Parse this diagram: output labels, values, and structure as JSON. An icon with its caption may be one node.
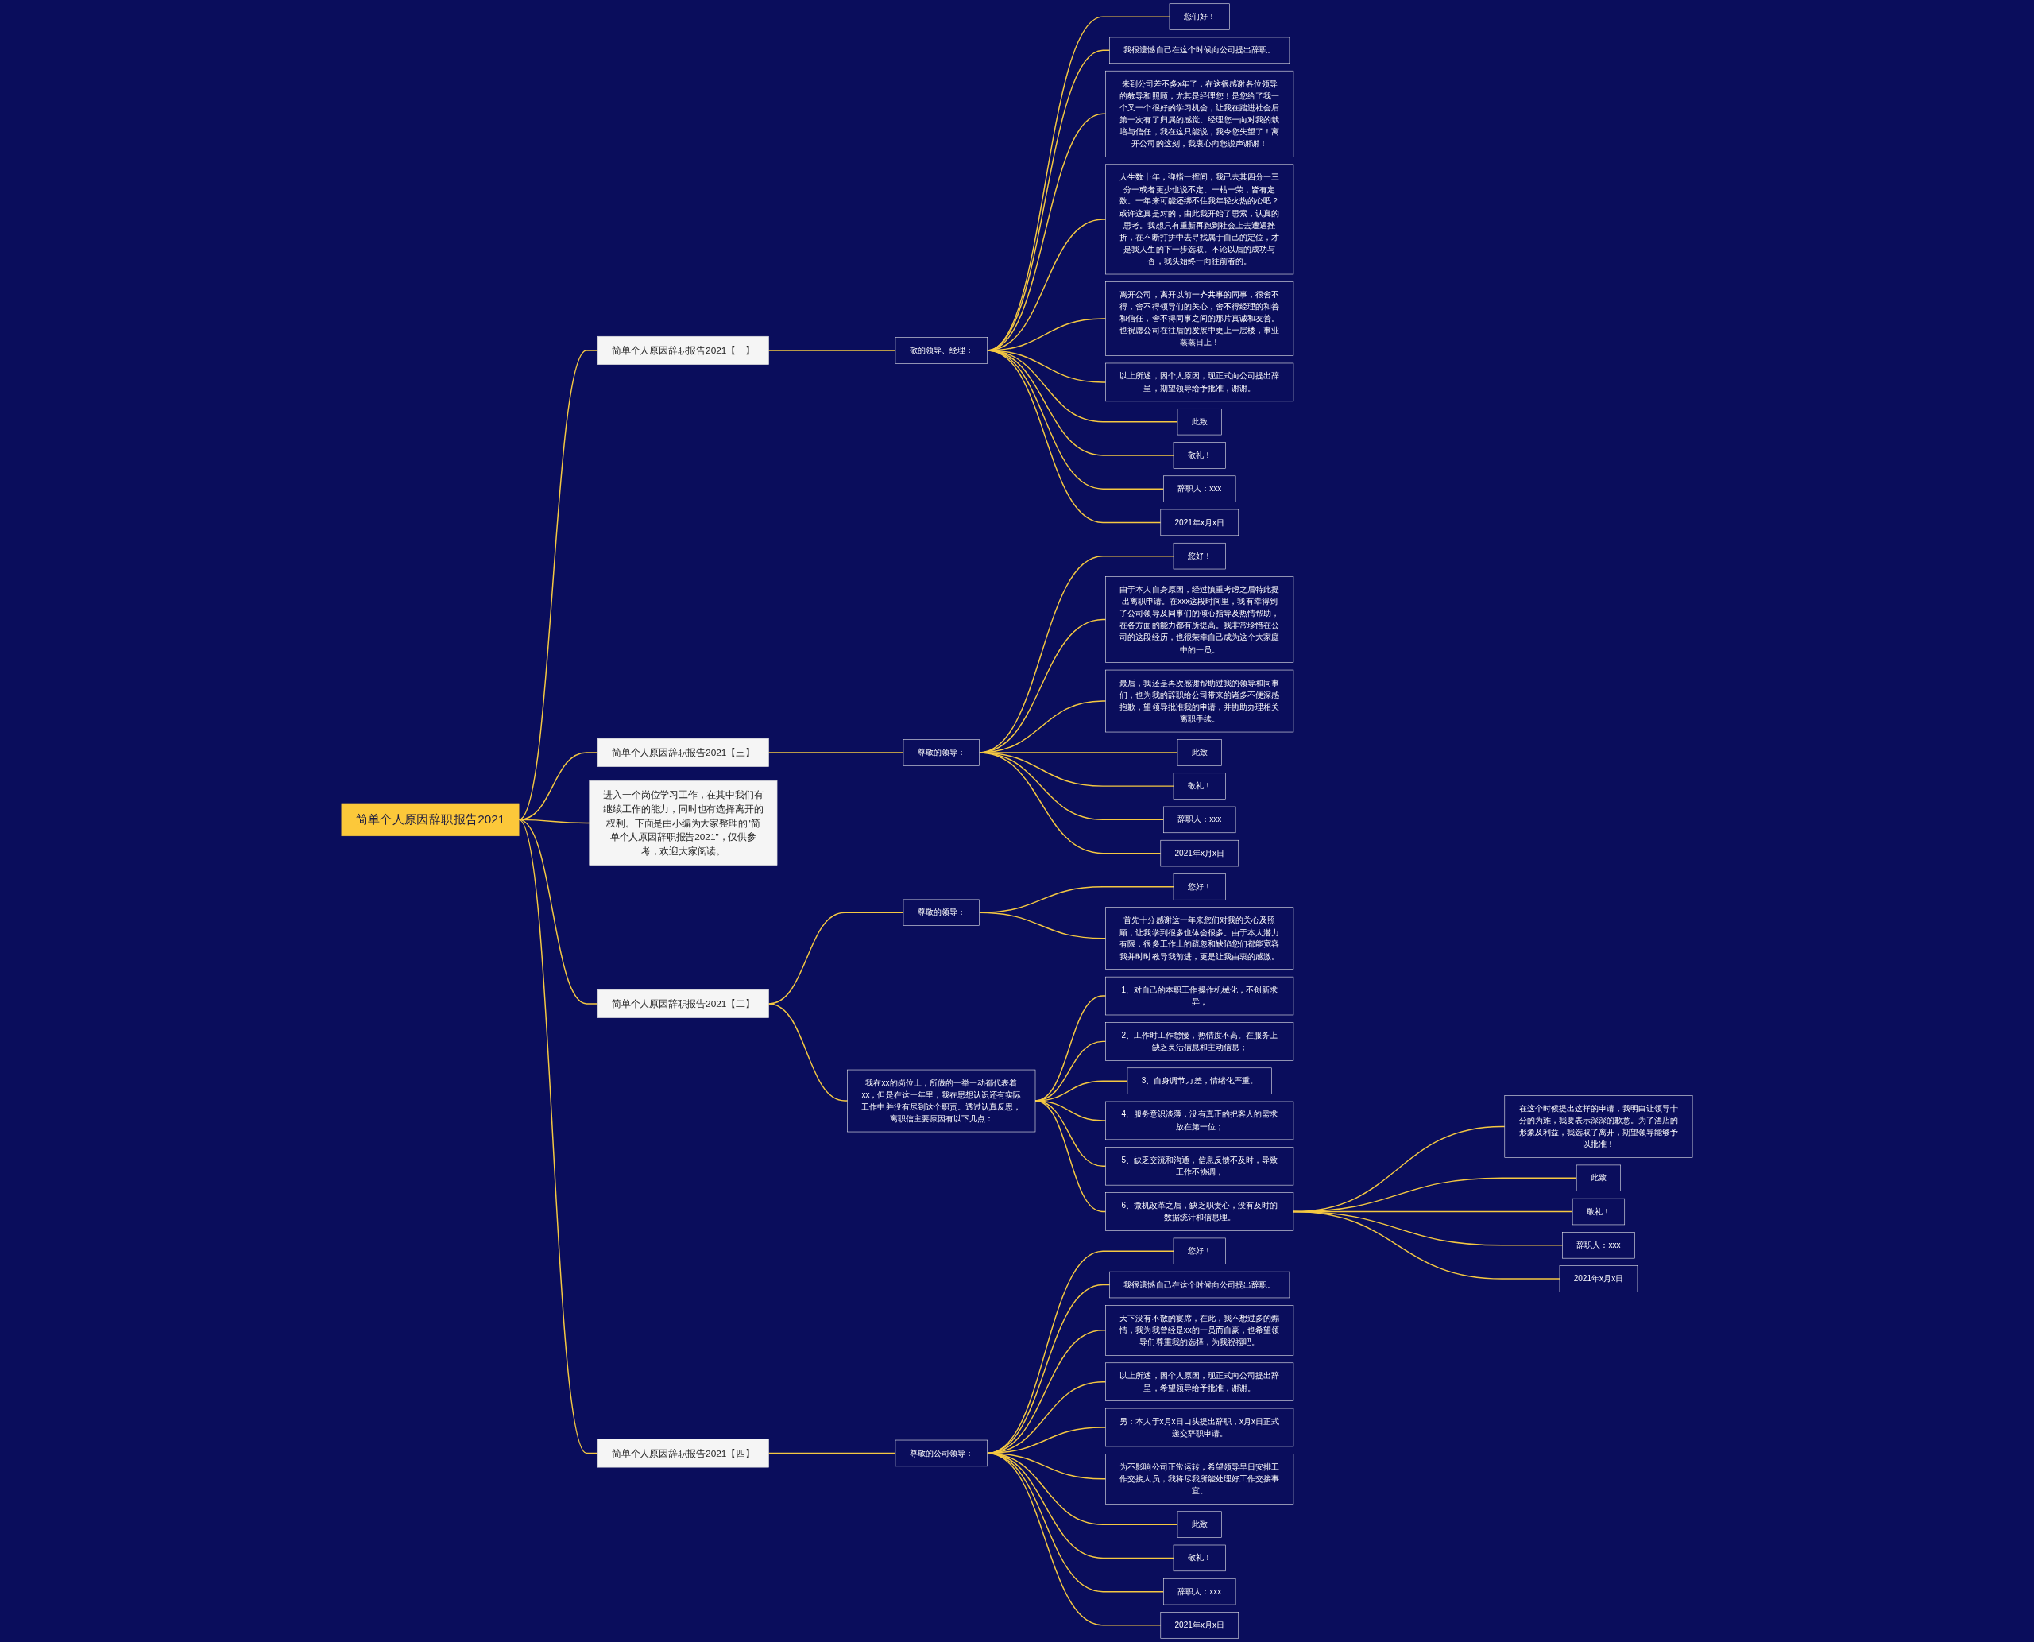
{
  "diagram": {
    "nodes": [
      {
        "text": [
          "简单个人原因辞职报告2021"
        ]
      },
      {
        "text": [
          "简单个人原因辞职报告2021【一】"
        ]
      },
      {
        "text": [
          "敬的领导、经理："
        ]
      },
      {
        "text": [
          "您们好！"
        ]
      },
      {
        "text": [
          "我很遗憾自己在这个时候向公司提出辞职。"
        ]
      },
      {
        "text": [
          "来到公司差不多x年了，在这很感谢各位领导的教导和照顾，尤其是经理您！是您给了我一个又一个很好的学习机会，让我在踏进社会后第一次有了归属的感觉。经理您一向对我的栽培与信任，我在这只能说，我令您失望了！离开公司的这刻，我衷心向您说声谢谢！"
        ]
      },
      {
        "text": [
          "人生数十年，弹指一挥间，我已去其四分一三分一或者更少也说不定。一枯一荣，皆有定数。一年来可能还绑不住我年轻火热的心吧？或许这真是对的，由此我开始了思索，认真的思考。我想只有重新再跑到社会上去遭遇挫折，在不断打拼中去寻找属于自己的定位，才是我人生的下一步选取。不论以后的成功与否，我头始终一向往前看的。"
        ]
      },
      {
        "text": [
          "离开公司，离开以前一齐共事的同事，很舍不得，舍不得领导们的关心，舍不得经理的和善和信任，舍不得同事之间的那片真诚和友善。也祝愿公司在往后的发展中更上一层楼，事业蒸蒸日上！"
        ]
      },
      {
        "text": [
          "以上所述，因个人原因，现正式向公司提出辞呈，期望领导给予批准，谢谢。"
        ]
      },
      {
        "text": [
          "此致"
        ]
      },
      {
        "text": [
          "敬礼！"
        ]
      },
      {
        "text": [
          "辞职人：xxx"
        ]
      },
      {
        "text": [
          "2021年x月x日"
        ]
      },
      {
        "text": [
          "简单个人原因辞职报告2021【三】"
        ]
      },
      {
        "text": [
          "尊敬的领导："
        ]
      },
      {
        "text": [
          "您好！"
        ]
      },
      {
        "text": [
          "由于本人自身原因，经过慎重考虑之后特此提出离职申请。在xxx这段时间里，我有幸得到了公司领导及同事们的倾心指导及热情帮助，在各方面的能力都有所提高。我非常珍惜在公司的这段经历，也很荣幸自己成为这个大家庭中的一员。"
        ]
      },
      {
        "text": [
          "最后，我还是再次感谢帮助过我的领导和同事们，也为我的辞职给公司带来的诸多不便深感抱歉，望领导批准我的申请，并协助办理相关离职手续。"
        ]
      },
      {
        "text": [
          "此致"
        ]
      },
      {
        "text": [
          "敬礼！"
        ]
      },
      {
        "text": [
          "辞职人：xxx"
        ]
      },
      {
        "text": [
          "2021年x月x日"
        ]
      },
      {
        "text": [
          "进入一个岗位学习工作，在其中我们有继续工作的能力，同时也有选择离开的权利。下面是由小编为大家整理的\"简单个人原因辞职报告2021\"，仅供参考，欢迎大家阅读。"
        ]
      },
      {
        "text": [
          "简单个人原因辞职报告2021【二】"
        ]
      },
      {
        "text": [
          "尊敬的领导："
        ]
      },
      {
        "text": [
          "您好！"
        ]
      },
      {
        "text": [
          "首先十分感谢这一年来您们对我的关心及照顾，让我学到很多也体会很多。由于本人潜力有限，很多工作上的疏忽和缺陷您们都能宽容我并时时教导我前进，更是让我由衷的感激。"
        ]
      },
      {
        "text": [
          "我在xx的岗位上，所做的一举一动都代表着xx，但是在这一年里，我在思想认识还有实际工作中并没有尽到这个职责。透过认真反思，离职信主要原因有以下几点："
        ]
      },
      {
        "text": [
          "1、对自己的本职工作操作机械化，不创新求异；"
        ]
      },
      {
        "text": [
          "2、工作时工作怠慢，热情度不高。在服务上缺乏灵活信息和主动信息；"
        ]
      },
      {
        "text": [
          "3、自身调节力差，情绪化严重。"
        ]
      },
      {
        "text": [
          "4、服务意识淡薄，没有真正的把客人的需求放在第一位；"
        ]
      },
      {
        "text": [
          "5、缺乏交流和沟通，信息反馈不及时，导致工作不协调；"
        ]
      },
      {
        "text": [
          "6、微机改革之后，缺乏职责心，没有及时的数据统计和信息理。"
        ]
      },
      {
        "text": [
          "在这个时候提出这样的申请，我明白让领导十分的为难，我要表示深深的歉意。为了酒店的形象及利益，我选取了离开，期望领导能够予以批准！"
        ]
      },
      {
        "text": [
          "此致"
        ]
      },
      {
        "text": [
          "敬礼！"
        ]
      },
      {
        "text": [
          "辞职人：xxx"
        ]
      },
      {
        "text": [
          "2021年x月x日"
        ]
      },
      {
        "text": [
          "简单个人原因辞职报告2021【四】"
        ]
      },
      {
        "text": [
          "尊敬的公司领导："
        ]
      },
      {
        "text": [
          "您好！"
        ]
      },
      {
        "text": [
          "我很遗憾自己在这个时候向公司提出辞职。"
        ]
      },
      {
        "text": [
          "天下没有不散的宴席，在此，我不想过多的煽情，我为我曾经是xx的一员而自豪，也希望领导们尊重我的选择，为我祝福吧。"
        ]
      },
      {
        "text": [
          "以上所述，因个人原因，现正式向公司提出辞呈，希望领导给予批准，谢谢。"
        ]
      },
      {
        "text": [
          "另：本人于x月x日口头提出辞职，x月x日正式递交辞职申请。"
        ]
      },
      {
        "text": [
          "为不影响公司正常运转，希望领导早日安排工作交接人员，我将尽我所能处理好工作交接事宜。"
        ]
      },
      {
        "text": [
          "此致"
        ]
      },
      {
        "text": [
          "敬礼！"
        ]
      },
      {
        "text": [
          "辞职人：xxx"
        ]
      },
      {
        "text": [
          "2021年x月x日"
        ]
      }
    ],
    "edges": [
      {
        "from": 0,
        "to": 1,
        "arrow": "none"
      },
      {
        "from": 1,
        "to": 2,
        "arrow": "none"
      },
      {
        "from": 2,
        "to": 3,
        "arrow": "none"
      },
      {
        "from": 2,
        "to": 4,
        "arrow": "none"
      },
      {
        "from": 2,
        "to": 5,
        "arrow": "none"
      },
      {
        "from": 2,
        "to": 6,
        "arrow": "none"
      },
      {
        "from": 2,
        "to": 7,
        "arrow": "none"
      },
      {
        "from": 2,
        "to": 8,
        "arrow": "none"
      },
      {
        "from": 2,
        "to": 9,
        "arrow": "none"
      },
      {
        "from": 2,
        "to": 10,
        "arrow": "none"
      },
      {
        "from": 2,
        "to": 11,
        "arrow": "none"
      },
      {
        "from": 2,
        "to": 12,
        "arrow": "none"
      },
      {
        "from": 0,
        "to": 13,
        "arrow": "none"
      },
      {
        "from": 13,
        "to": 14,
        "arrow": "none"
      },
      {
        "from": 14,
        "to": 15,
        "arrow": "none"
      },
      {
        "from": 14,
        "to": 16,
        "arrow": "none"
      },
      {
        "from": 14,
        "to": 17,
        "arrow": "none"
      },
      {
        "from": 14,
        "to": 18,
        "arrow": "none"
      },
      {
        "from": 14,
        "to": 19,
        "arrow": "none"
      },
      {
        "from": 14,
        "to": 20,
        "arrow": "none"
      },
      {
        "from": 14,
        "to": 21,
        "arrow": "none"
      },
      {
        "from": 0,
        "to": 22,
        "arrow": "none"
      },
      {
        "from": 0,
        "to": 23,
        "arrow": "none"
      },
      {
        "from": 23,
        "to": 24,
        "arrow": "none"
      },
      {
        "from": 24,
        "to": 25,
        "arrow": "none"
      },
      {
        "from": 24,
        "to": 26,
        "arrow": "none"
      },
      {
        "from": 23,
        "to": 27,
        "arrow": "none"
      },
      {
        "from": 27,
        "to": 28,
        "arrow": "none"
      },
      {
        "from": 27,
        "to": 29,
        "arrow": "none"
      },
      {
        "from": 27,
        "to": 30,
        "arrow": "none"
      },
      {
        "from": 27,
        "to": 31,
        "arrow": "none"
      },
      {
        "from": 27,
        "to": 32,
        "arrow": "none"
      },
      {
        "from": 27,
        "to": 33,
        "arrow": "none"
      },
      {
        "from": 33,
        "to": 34,
        "arrow": "none"
      },
      {
        "from": 33,
        "to": 35,
        "arrow": "none"
      },
      {
        "from": 33,
        "to": 36,
        "arrow": "none"
      },
      {
        "from": 33,
        "to": 37,
        "arrow": "none"
      },
      {
        "from": 33,
        "to": 38,
        "arrow": "none"
      },
      {
        "from": 0,
        "to": 39,
        "arrow": "none"
      },
      {
        "from": 39,
        "to": 40,
        "arrow": "none"
      },
      {
        "from": 40,
        "to": 41,
        "arrow": "none"
      },
      {
        "from": 40,
        "to": 42,
        "arrow": "none"
      },
      {
        "from": 40,
        "to": 43,
        "arrow": "none"
      },
      {
        "from": 40,
        "to": 44,
        "arrow": "none"
      },
      {
        "from": 40,
        "to": 45,
        "arrow": "none"
      },
      {
        "from": 40,
        "to": 46,
        "arrow": "none"
      },
      {
        "from": 40,
        "to": 47,
        "arrow": "none"
      },
      {
        "from": 40,
        "to": 48,
        "arrow": "none"
      },
      {
        "from": 40,
        "to": 49,
        "arrow": "none"
      },
      {
        "from": 40,
        "to": 50,
        "arrow": "none"
      }
    ]
  }
}
